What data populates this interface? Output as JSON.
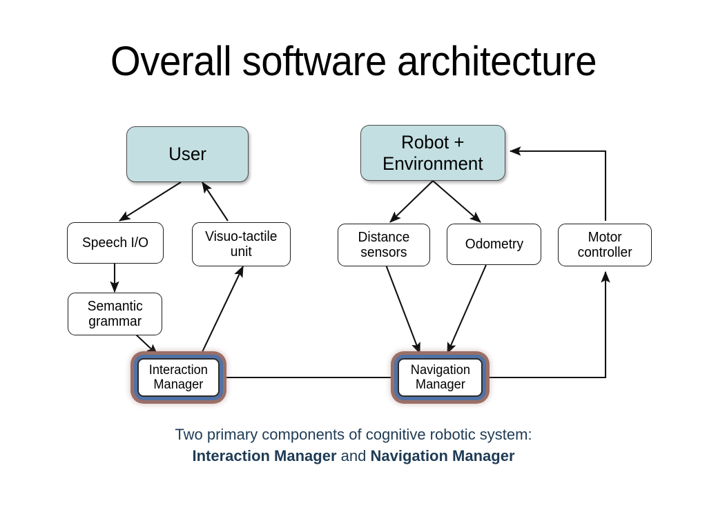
{
  "slide": {
    "title": "Overall software architecture",
    "background": "#ffffff"
  },
  "colors": {
    "shaded_node_fill": "#c3dfe2",
    "plain_node_fill": "#ffffff",
    "node_border": "#1b1b1b",
    "highlight_inner_ring": "#5072a6",
    "highlight_outer_ring": "#9a6f67",
    "caption_text": "#1f3b55",
    "edge_stroke": "#111111",
    "title_text": "#000000"
  },
  "diagram": {
    "nodes": {
      "user": {
        "label": "User",
        "kind": "shaded"
      },
      "robot_environment": {
        "label": "Robot  +\nEnvironment",
        "kind": "shaded"
      },
      "speech_io": {
        "label": "Speech I/O",
        "kind": "plain"
      },
      "visuo_tactile": {
        "label": "Visuo-tactile\nunit",
        "kind": "plain"
      },
      "distance_sensors": {
        "label": "Distance\nsensors",
        "kind": "plain"
      },
      "odometry": {
        "label": "Odometry",
        "kind": "plain"
      },
      "motor_controller": {
        "label": "Motor\ncontroller",
        "kind": "plain"
      },
      "semantic_grammar": {
        "label": "Semantic\ngrammar",
        "kind": "plain"
      },
      "interaction_manager": {
        "label": "Interaction\nManager",
        "kind": "highlight"
      },
      "navigation_manager": {
        "label": "Navigation\nManager",
        "kind": "highlight"
      }
    },
    "edges": [
      {
        "from": "user",
        "to": "speech_io",
        "arrow": "end"
      },
      {
        "from": "visuo_tactile",
        "to": "user",
        "arrow": "end"
      },
      {
        "from": "speech_io",
        "to": "semantic_grammar",
        "arrow": "end"
      },
      {
        "from": "semantic_grammar",
        "to": "interaction_manager",
        "arrow": "end"
      },
      {
        "from": "interaction_manager",
        "to": "visuo_tactile",
        "arrow": "end"
      },
      {
        "from": "robot_environment",
        "to": "distance_sensors",
        "arrow": "end"
      },
      {
        "from": "robot_environment",
        "to": "odometry",
        "arrow": "end"
      },
      {
        "from": "distance_sensors",
        "to": "navigation_manager",
        "arrow": "end"
      },
      {
        "from": "odometry",
        "to": "navigation_manager",
        "arrow": "end"
      },
      {
        "from": "interaction_manager",
        "to": "navigation_manager",
        "arrow": "none"
      },
      {
        "from": "navigation_manager",
        "to": "motor_controller",
        "arrow": "end"
      },
      {
        "from": "motor_controller",
        "to": "robot_environment",
        "arrow": "end"
      }
    ]
  },
  "caption": {
    "line1": "Two primary components of cognitive robotic system:",
    "bold1": "Interaction Manager",
    "conjunction": " and ",
    "bold2": "Navigation Manager"
  }
}
